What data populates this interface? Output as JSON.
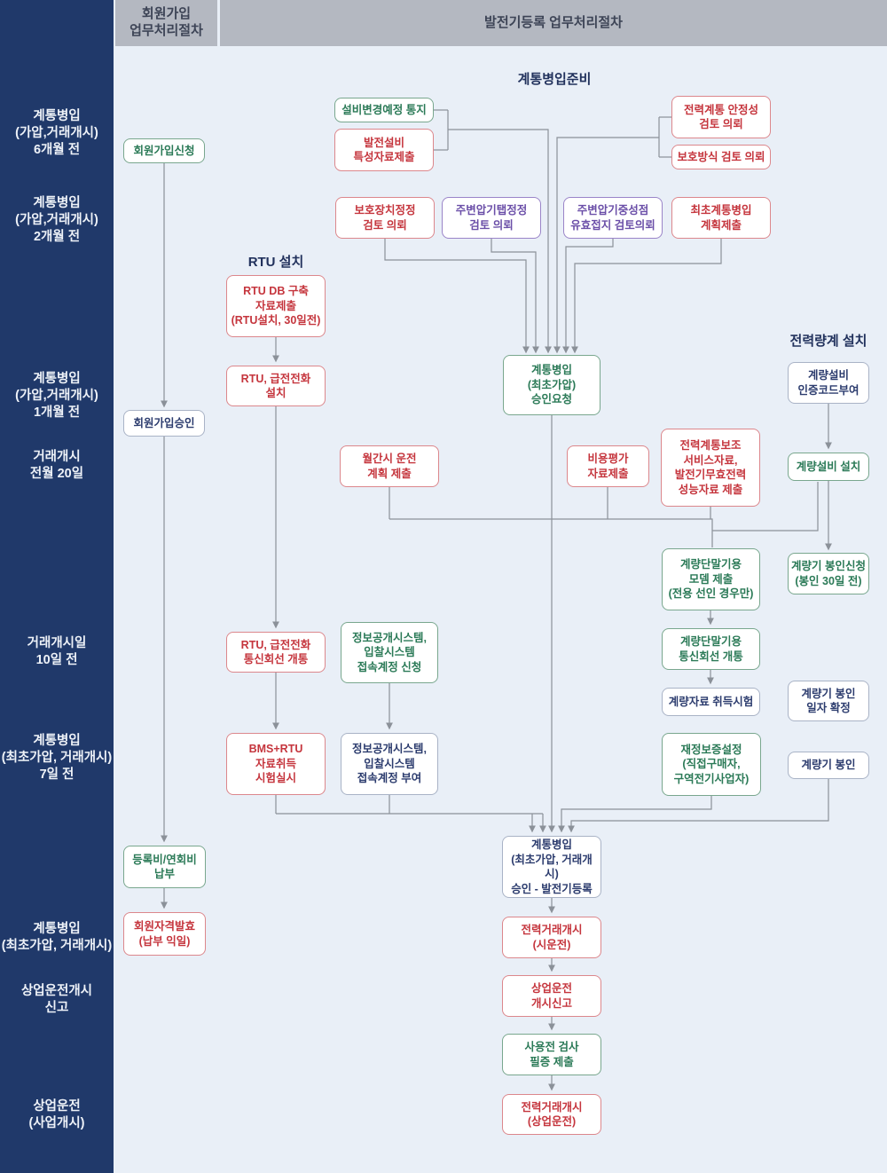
{
  "header": {
    "membership": "회원가입\n업무처리절차",
    "generator": "발전기등록 업무처리절차"
  },
  "sidebar": {
    "items": [
      {
        "label": "계통병입\n(가압,거래개시)\n6개월 전"
      },
      {
        "label": "계통병입\n(가압,거래개시)\n2개월 전"
      },
      {
        "label": "계통병입\n(가압,거래개시)\n1개월 전"
      },
      {
        "label": "거래개시\n전월 20일"
      },
      {
        "label": "거래개시일\n10일 전"
      },
      {
        "label": "계통병입\n(최초가압, 거래개시)\n7일 전"
      },
      {
        "label": "계통병입\n(최초가압, 거래개시)"
      },
      {
        "label": "상업운전개시\n신고"
      },
      {
        "label": "상업운전\n(사업개시)"
      }
    ]
  },
  "sections": {
    "grid_prep": "계통병입준비",
    "rtu": "RTU 설치",
    "meter": "전력량계 설치"
  },
  "nodes": {
    "mem_apply": {
      "label": "회원가입신청",
      "color": "green"
    },
    "mem_approve": {
      "label": "회원가입승인",
      "color": "navy"
    },
    "notice_change": {
      "label": "설비변경예정 통지",
      "color": "green"
    },
    "gen_facility": {
      "label": "발전설비\n특성자료제출",
      "color": "red"
    },
    "grid_stability": {
      "label": "전력계통 안정성\n검토 의뢰",
      "color": "red"
    },
    "protection_method": {
      "label": "보호방식 검토 의뢰",
      "color": "red"
    },
    "protection_setting": {
      "label": "보호장치정정\n검토 의뢰",
      "color": "red"
    },
    "tap_setting": {
      "label": "주변압기탭정정\n검토 의뢰",
      "color": "purple"
    },
    "neutral_ground": {
      "label": "주변압기중성점\n유효접지 검토의뢰",
      "color": "purple"
    },
    "first_plan": {
      "label": "최초계통병입\n계획제출",
      "color": "red"
    },
    "rtu_db": {
      "label": "RTU DB 구축\n자료제출\n(RTU설치, 30일전)",
      "color": "red"
    },
    "rtu_install": {
      "label": "RTU, 급전전화\n설치",
      "color": "red"
    },
    "grid_approval_req": {
      "label": "계통병입\n(최초가압)\n승인요청",
      "color": "green"
    },
    "meter_code": {
      "label": "계량설비\n인증코드부여",
      "color": "navy"
    },
    "monthly_plan": {
      "label": "월간시 운전\n계획 제출",
      "color": "red"
    },
    "cost_eval": {
      "label": "비용평가\n자료제출",
      "color": "red"
    },
    "ancillary": {
      "label": "전력계통보조\n서비스자료,\n발전기무효전력\n성능자료 제출",
      "color": "red"
    },
    "meter_install": {
      "label": "계량설비 설치",
      "color": "green"
    },
    "modem_submit": {
      "label": "계량단말기용\n모뎀 제출\n(전용 선인 경우만)",
      "color": "green"
    },
    "seal_request": {
      "label": "계량기 봉인신청\n(봉인 30일 전)",
      "color": "green"
    },
    "rtu_line_open": {
      "label": "RTU, 급전전화\n통신회선 개통",
      "color": "red"
    },
    "account_request": {
      "label": "정보공개시스템,\n입찰시스템\n접속계정 신청",
      "color": "green"
    },
    "meter_line_open": {
      "label": "계량단말기용\n통신회선 개통",
      "color": "green"
    },
    "meter_data_test": {
      "label": "계량자료 취득시험",
      "color": "navy"
    },
    "seal_date": {
      "label": "계량기 봉인\n일자 확정",
      "color": "navy"
    },
    "bms_test": {
      "label": "BMS+RTU\n자료취득\n시험실시",
      "color": "red"
    },
    "account_grant": {
      "label": "정보공개시스템,\n입찰시스템\n접속계정 부여",
      "color": "navy"
    },
    "financial_guarantee": {
      "label": "재정보증설정\n(직접구매자,\n구역전기사업자)",
      "color": "green"
    },
    "meter_seal": {
      "label": "계량기 봉인",
      "color": "navy"
    },
    "reg_fee": {
      "label": "등록비/연회비\n납부",
      "color": "green"
    },
    "mem_effective": {
      "label": "회원자격발효\n(납부 익일)",
      "color": "red"
    },
    "grid_approval": {
      "label": "계통병입\n(최초가압, 거래개시)\n승인 - 발전기등록",
      "color": "navy"
    },
    "trade_start_test": {
      "label": "전력거래개시\n(시운전)",
      "color": "red"
    },
    "commercial_report": {
      "label": "상업운전\n개시신고",
      "color": "red"
    },
    "pre_use_inspect": {
      "label": "사용전 검사\n필증 제출",
      "color": "green"
    },
    "trade_start_commercial": {
      "label": "전력거래개시\n(상업운전)",
      "color": "red"
    }
  },
  "colors": {
    "sidebar_bg": "#20396a",
    "header_bg": "#b4b8c1",
    "canvas_bg": "#e9eff7",
    "line": "#8b9199",
    "red": "#c5353d",
    "green": "#2b7a57",
    "purple": "#6b4fa8",
    "navy": "#2c3c6e"
  }
}
